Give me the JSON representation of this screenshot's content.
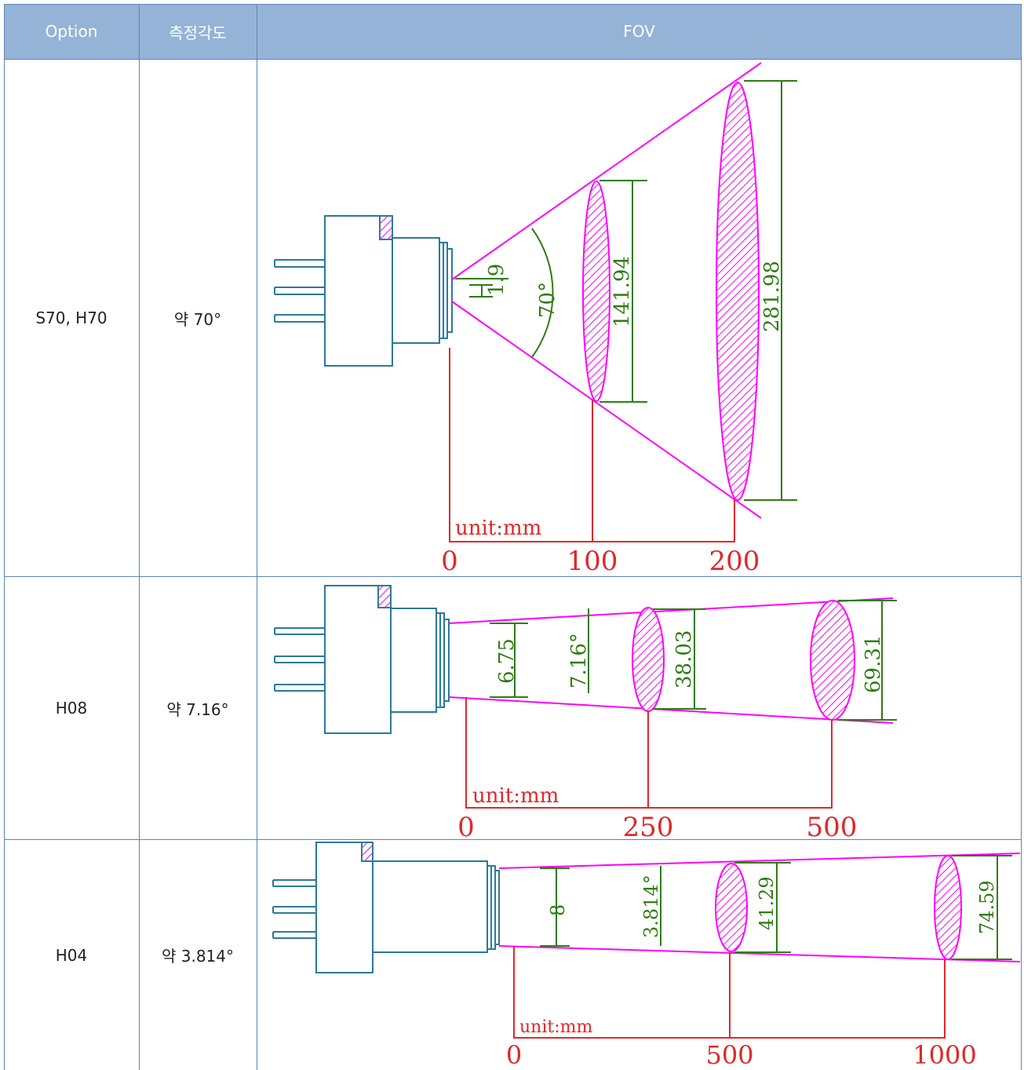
{
  "header": {
    "option": "Option",
    "angle": "측정각도",
    "fov": "FOV"
  },
  "rows": [
    {
      "option": "S70, H70",
      "angle": "약 70°",
      "diagram": {
        "unit": "unit:mm",
        "lens_dim": "1.9",
        "angle_label": "70°",
        "spots": [
          "141.94",
          "281.98"
        ],
        "distances": [
          "0",
          "100",
          "200"
        ]
      }
    },
    {
      "option": "H08",
      "angle": "약 7.16°",
      "diagram": {
        "unit": "unit:mm",
        "lens_dim": "6.75",
        "angle_label": "7.16°",
        "spots": [
          "38.03",
          "69.31"
        ],
        "distances": [
          "0",
          "250",
          "500"
        ]
      }
    },
    {
      "option": "H04",
      "angle": "약 3.814°",
      "diagram": {
        "unit": "unit:mm",
        "lens_dim": "8",
        "angle_label": "3.814°",
        "spots": [
          "41.29",
          "74.59"
        ],
        "distances": [
          "0",
          "500",
          "1000"
        ]
      }
    }
  ],
  "colors": {
    "header_bg": "#95b3d7",
    "grid": "#5b86b5",
    "sensor": "#2a7a9a",
    "cone": "#ff00ff",
    "dimension": "#2e7d12",
    "distance": "#e0282a"
  }
}
